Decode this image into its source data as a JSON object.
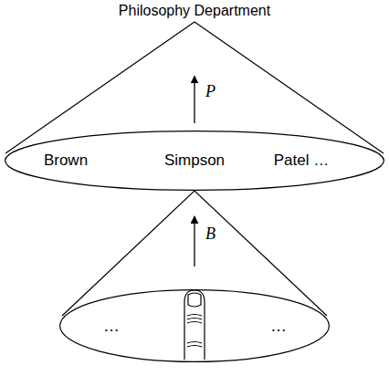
{
  "diagram": {
    "nodes": [
      {
        "text": [
          "Philosophy Department"
        ]
      },
      {
        "text": [
          "Brown",
          "Simpson",
          "Patel …"
        ]
      },
      {
        "text": [
          "…",
          "…"
        ]
      }
    ],
    "edges": [
      {
        "from": 1,
        "to": 0,
        "label": "P",
        "arrow": "to"
      },
      {
        "from": 2,
        "to": 1,
        "label": "B",
        "arrow": "to"
      }
    ]
  }
}
